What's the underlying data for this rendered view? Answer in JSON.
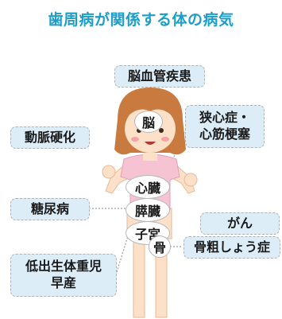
{
  "title": "歯周病が関係する体の病気",
  "diseases": {
    "brain": "脳血管疾患",
    "heart_line1": "狭心症・",
    "heart_line2": "心筋梗塞",
    "arterio": "動脈硬化",
    "diabetes": "糖尿病",
    "cancer": "がん",
    "osteo": "骨粗しょう症",
    "birth_line1": "低出生体重児",
    "birth_line2": "早産"
  },
  "organs": {
    "brain": "脳",
    "heart": "心臓",
    "pancreas": "膵臓",
    "uterus": "子宮",
    "bone": "骨"
  },
  "colors": {
    "title": "#1b9ec9",
    "box_fill": "#dcedf8",
    "skin": "#fde0c8",
    "hair": "#c97a3e",
    "shirt": "#f6c3d2"
  }
}
